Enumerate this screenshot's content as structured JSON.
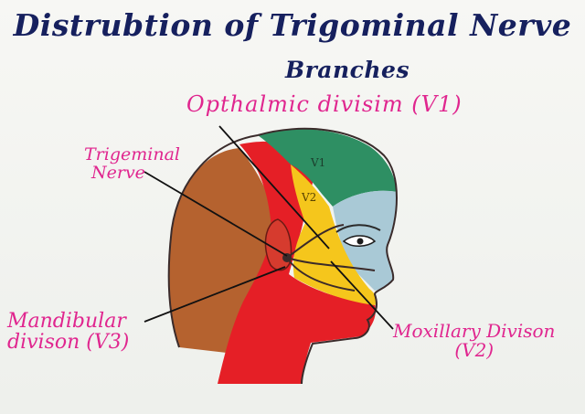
{
  "title": {
    "line1": "Distrubtion of Trigominal Nerve",
    "line2": "Branches"
  },
  "labels": {
    "ophthalmic": "Opthalmic divisim (V1)",
    "trigeminal_line1": "Trigeminal",
    "trigeminal_line2": "Nerve",
    "mandibular_line1": "Mandibular",
    "mandibular_line2": "divison (V3)",
    "maxillary_line1": "Moxillary Divison",
    "maxillary_line2": "(V2)"
  },
  "region_marks": {
    "v1": "V1",
    "v2": "V2"
  },
  "colors": {
    "title_ink": "#16205e",
    "label_ink": "#e0268f",
    "hair": "#b5622f",
    "v3_region": "#e51f26",
    "v2_region": "#f5c61c",
    "v1_region": "#2e8f63",
    "face": "#a9c9d6"
  }
}
